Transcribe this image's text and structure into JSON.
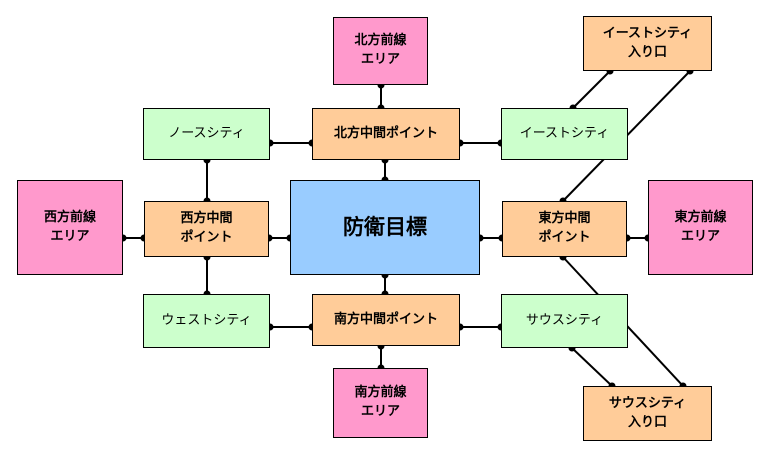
{
  "colors": {
    "target": "#99ccff",
    "midpoint": "#ffcc99",
    "frontline": "#ff99cc",
    "city": "#ccffcc",
    "line": "#000000"
  },
  "nodes": {
    "target": "防衛目標",
    "north_mid": "北方中間ポイント",
    "south_mid": "南方中間ポイント",
    "west_mid": "西方中間\nポイント",
    "east_mid": "東方中間\nポイント",
    "north_front": "北方前線\nエリア",
    "south_front": "南方前線\nエリア",
    "west_front": "西方前線\nエリア",
    "east_front": "東方前線\nエリア",
    "north_city": "ノースシティ",
    "east_city": "イーストシティ",
    "west_city": "ウェストシティ",
    "south_city": "サウスシティ",
    "east_entrance": "イーストシティ\n入り口",
    "south_entrance": "サウスシティ\n入り口"
  }
}
